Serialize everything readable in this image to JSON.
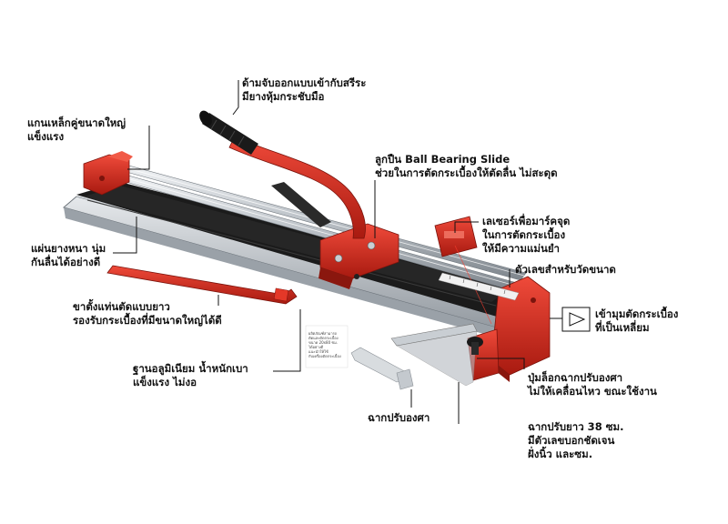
{
  "callouts": {
    "handle": [
      "ด้ามจับออกแบบเข้ากับสรีระ",
      "มียางหุ้มกระชับมือ"
    ],
    "rail": [
      "แกนเหล็กคู่ขนาดใหญ่",
      "แข็งแรง"
    ],
    "bearing": [
      "ลูกปืน Ball Bearing Slide",
      "ช่วยในการตัดกระเบื้องให้ตัดลื่น ไม่สะดุด"
    ],
    "laser": [
      "เลเซอร์เพื่อมาร์คจุด",
      "ในการตัดกระเบื้อง",
      "ให้มีความแม่นยำ"
    ],
    "scale": [
      "ตัวเลขสำหรับวัดขนาด"
    ],
    "rubber_pad": [
      "แผ่นยางหนา นุ่ม",
      "กันลื่นได้อย่างดี"
    ],
    "triangle": [
      "เข้ามุมตัดกระเบื้อง",
      "ที่เป็นเหลี่ยม"
    ],
    "extension": [
      "ขาตั้งแท่นตัดแบบยาว",
      "รองรับกระเบื้องที่มีขนาดใหญ่ได้ดี"
    ],
    "base": [
      "ฐานอลูมิเนียม น้ำหนักเบา",
      "แข็งแรง ไม่งอ"
    ],
    "lock_knob": [
      "ปุ่มล็อกฉากปรับองศา",
      "ไม่ให้เคลื่อนไหว ขณะใช้งาน"
    ],
    "angle_square": [
      "ฉากปรับองศา"
    ],
    "long_square": [
      "ฉากปรับยาว 38 ซม.",
      "มีตัวเลขบอกชัดเจน",
      "ฝั่งนิ้ว และซม."
    ]
  },
  "sticker_text": [
    "ผลิตภัณฑ์สามารถ",
    "ตัดและตัดกระเบื้อง",
    "ขนาด 20x80 ซม.",
    "ได้อย่างดี",
    "แนะนำให้ใช้",
    "กับเครื่องตัดกระเบื้อง"
  ],
  "colors": {
    "body_red": "#d42a1f",
    "dark_red": "#9c1a12",
    "base_black": "#1b1b1b",
    "rail_silver": "#c9ced3",
    "handle_black": "#1a1a1a"
  }
}
